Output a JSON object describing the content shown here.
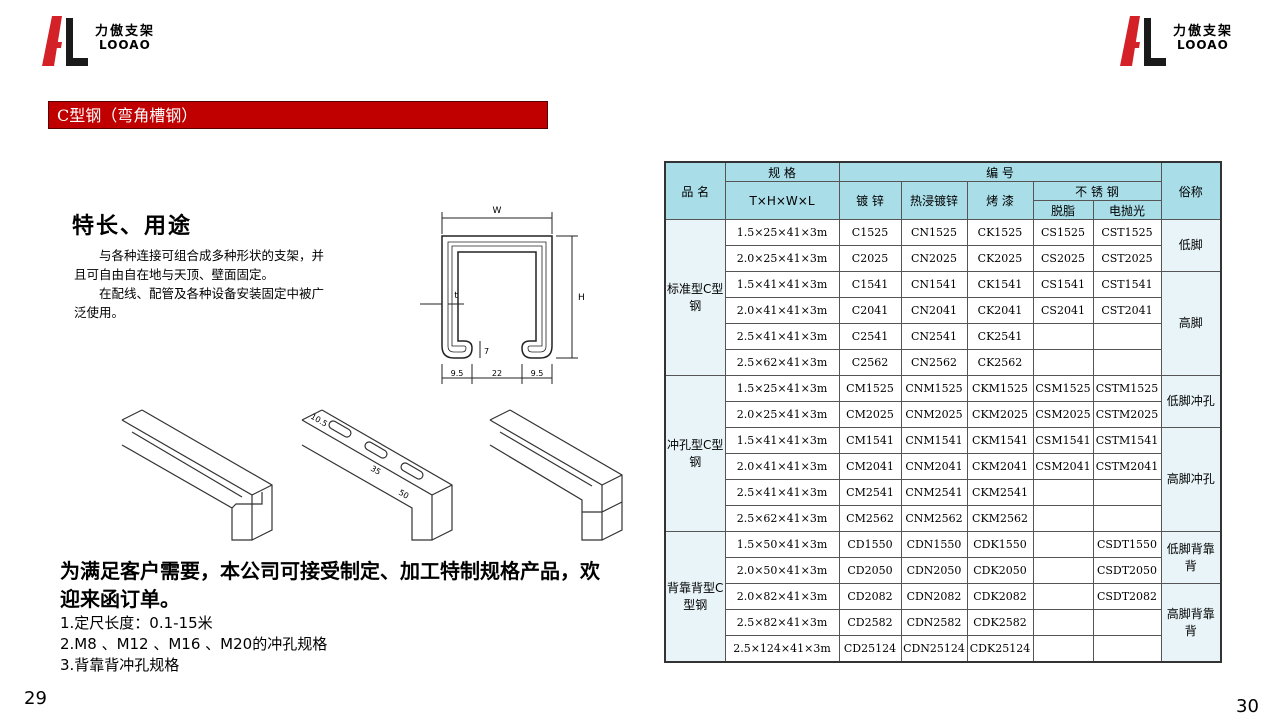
{
  "brand": {
    "name_cn": "力傲支架",
    "name_en": "LOOAO",
    "mark_color": "#d42027"
  },
  "section": {
    "title": "C型钢（弯角槽钢）"
  },
  "features": {
    "title": "特长、用途",
    "paragraphs": [
      "与各种连接可组合成多种形状的支架，并且可自由自在地与天顶、壁面固定。",
      "在配线、配管及各种设备安装固定中被广泛使用。"
    ]
  },
  "drawing": {
    "dim_w": "W",
    "dim_t": "t",
    "dim_h": "H",
    "dim_7": "7",
    "dim_left": "9.5",
    "dim_mid": "22",
    "dim_right": "9.5"
  },
  "channel_labels": {
    "slot_len": "10.5",
    "slot_a": "35",
    "slot_b": "50"
  },
  "promo": {
    "text": "为满足客户需要，本公司可接受制定、加工特制规格产品，欢迎来函订单。"
  },
  "notes": [
    "1.定尺长度：0.1-15米",
    "2.M8 、M12 、M16 、M20的冲孔规格",
    "3.背靠背冲孔规格"
  ],
  "page_numbers": {
    "left": "29",
    "right": "30"
  },
  "table": {
    "headers": {
      "name": "品 名",
      "spec": "规 格",
      "spec_formula": "T×H×W×L",
      "code": "编 号",
      "galv": "镀 锌",
      "hotdip": "热浸镀锌",
      "paint": "烤 漆",
      "stainless": "不 锈 钢",
      "degrease": "脱脂",
      "polish": "电抛光",
      "nickname": "俗称"
    },
    "groups": [
      {
        "name": "标准型C型钢",
        "rows": [
          {
            "spec": "1.5×25×41×3m",
            "galv": "C1525",
            "hotdip": "CN1525",
            "paint": "CK1525",
            "degrease": "CS1525",
            "polish": "CST1525"
          },
          {
            "spec": "2.0×25×41×3m",
            "galv": "C2025",
            "hotdip": "CN2025",
            "paint": "CK2025",
            "degrease": "CS2025",
            "polish": "CST2025"
          },
          {
            "spec": "1.5×41×41×3m",
            "galv": "C1541",
            "hotdip": "CN1541",
            "paint": "CK1541",
            "degrease": "CS1541",
            "polish": "CST1541"
          },
          {
            "spec": "2.0×41×41×3m",
            "galv": "C2041",
            "hotdip": "CN2041",
            "paint": "CK2041",
            "degrease": "CS2041",
            "polish": "CST2041"
          },
          {
            "spec": "2.5×41×41×3m",
            "galv": "C2541",
            "hotdip": "CN2541",
            "paint": "CK2541",
            "degrease": "",
            "polish": ""
          },
          {
            "spec": "2.5×62×41×3m",
            "galv": "C2562",
            "hotdip": "CN2562",
            "paint": "CK2562",
            "degrease": "",
            "polish": ""
          }
        ],
        "nicknames": [
          "低脚",
          "高脚"
        ]
      },
      {
        "name": "冲孔型C型钢",
        "rows": [
          {
            "spec": "1.5×25×41×3m",
            "galv": "CM1525",
            "hotdip": "CNM1525",
            "paint": "CKM1525",
            "degrease": "CSM1525",
            "polish": "CSTM1525"
          },
          {
            "spec": "2.0×25×41×3m",
            "galv": "CM2025",
            "hotdip": "CNM2025",
            "paint": "CKM2025",
            "degrease": "CSM2025",
            "polish": "CSTM2025"
          },
          {
            "spec": "1.5×41×41×3m",
            "galv": "CM1541",
            "hotdip": "CNM1541",
            "paint": "CKM1541",
            "degrease": "CSM1541",
            "polish": "CSTM1541"
          },
          {
            "spec": "2.0×41×41×3m",
            "galv": "CM2041",
            "hotdip": "CNM2041",
            "paint": "CKM2041",
            "degrease": "CSM2041",
            "polish": "CSTM2041"
          },
          {
            "spec": "2.5×41×41×3m",
            "galv": "CM2541",
            "hotdip": "CNM2541",
            "paint": "CKM2541",
            "degrease": "",
            "polish": ""
          },
          {
            "spec": "2.5×62×41×3m",
            "galv": "CM2562",
            "hotdip": "CNM2562",
            "paint": "CKM2562",
            "degrease": "",
            "polish": ""
          }
        ],
        "nicknames": [
          "低脚冲孔",
          "高脚冲孔"
        ]
      },
      {
        "name": "背靠背型C型钢",
        "rows": [
          {
            "spec": "1.5×50×41×3m",
            "galv": "CD1550",
            "hotdip": "CDN1550",
            "paint": "CDK1550",
            "degrease": "",
            "polish": "CSDT1550"
          },
          {
            "spec": "2.0×50×41×3m",
            "galv": "CD2050",
            "hotdip": "CDN2050",
            "paint": "CDK2050",
            "degrease": "",
            "polish": "CSDT2050"
          },
          {
            "spec": "2.0×82×41×3m",
            "galv": "CD2082",
            "hotdip": "CDN2082",
            "paint": "CDK2082",
            "degrease": "",
            "polish": "CSDT2082"
          },
          {
            "spec": "2.5×82×41×3m",
            "galv": "CD2582",
            "hotdip": "CDN2582",
            "paint": "CDK2582",
            "degrease": "",
            "polish": ""
          },
          {
            "spec": "2.5×124×41×3m",
            "galv": "CD25124",
            "hotdip": "CDN25124",
            "paint": "CDK25124",
            "degrease": "",
            "polish": ""
          }
        ],
        "nicknames": [
          "低脚背靠背",
          "高脚背靠背"
        ]
      }
    ]
  }
}
